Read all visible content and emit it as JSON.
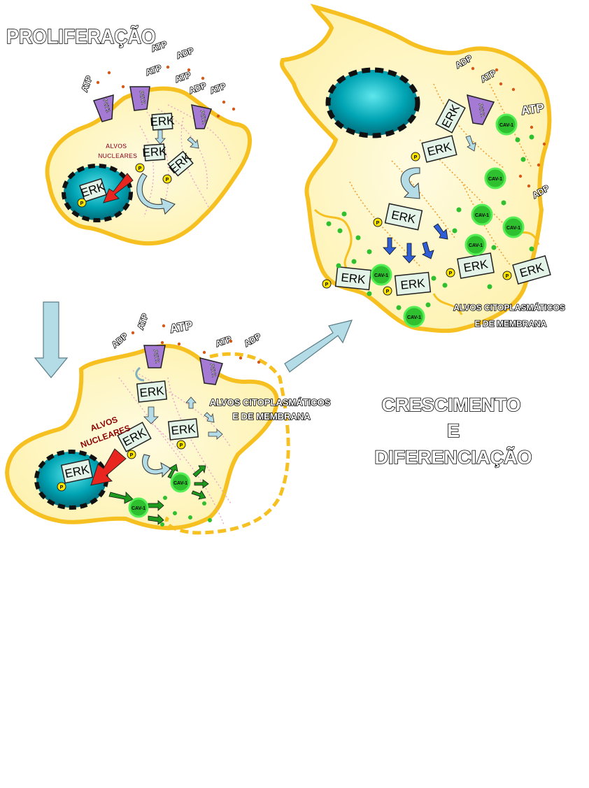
{
  "titles": {
    "proliferation": "PROLIFERAÇÃO",
    "growth_line1": "CRESCIMENTO",
    "growth_line2": "E",
    "growth_line3": "DIFERENCIAÇÃO"
  },
  "labels": {
    "nuclear_targets_1": "ALVOS",
    "nuclear_targets_2": "NUCLEARES",
    "cyto_targets_1": "ALVOS CITOPLASMÁTICOS",
    "cyto_targets_2": "E DE MEMBRANA"
  },
  "molecules": {
    "erk": "ERK",
    "phospho": "P",
    "atp": "ATP",
    "adp": "ADP",
    "receptor": "P2Y1",
    "cav": "CAV-1"
  },
  "colors": {
    "cell_fill": "#fdf3b0",
    "cell_border": "#f7c021",
    "nucleus": "#00a4b4",
    "erk_box": "#e3f3e8",
    "receptor": "#a57ad4",
    "cav": "#2ec02e",
    "phospho": "#ffe600",
    "arrow_red": "#e8261f",
    "arrow_blue": "#2f5fd8",
    "arrow_green": "#1e9a1e",
    "arrow_pale": "#b4dce6"
  }
}
